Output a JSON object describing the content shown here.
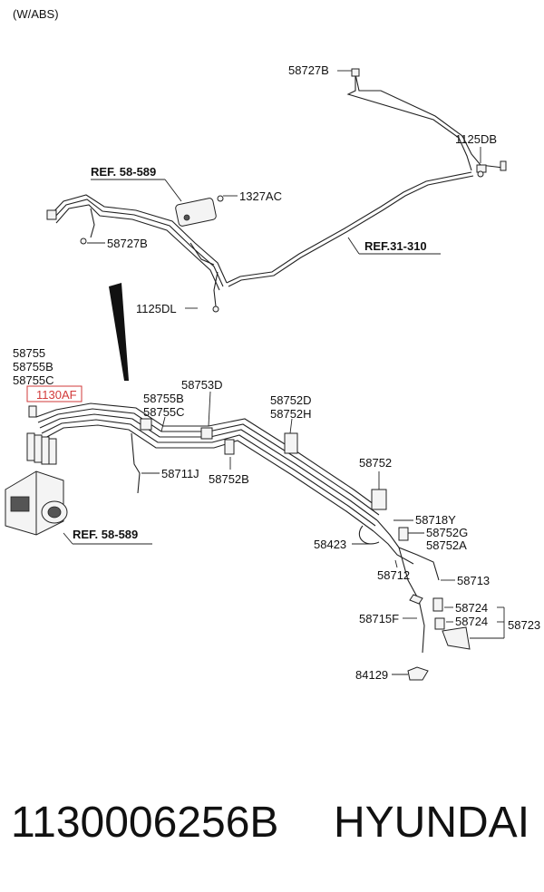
{
  "variant_label": "(W/ABS)",
  "highlight_color": "#d23a3a",
  "labels": {
    "l_58727B_top": "58727B",
    "l_1125DB": "1125DB",
    "l_ref_58589_top": "REF. 58-589",
    "l_1327AC": "1327AC",
    "l_58727B_mid": "58727B",
    "l_ref_31310": "REF.31-310",
    "l_1125DL": "1125DL",
    "l_58755": "58755",
    "l_58755B_left": "58755B",
    "l_58755C_left": "58755C",
    "l_1130AF": "1130AF",
    "l_58753D": "58753D",
    "l_58755B_mid": "58755B",
    "l_58755C_mid": "58755C",
    "l_58752D": "58752D",
    "l_58752H": "58752H",
    "l_58711J": "58711J",
    "l_58752B": "58752B",
    "l_ref_58589_bot": "REF. 58-589",
    "l_58752": "58752",
    "l_58718Y": "58718Y",
    "l_58752G": "58752G",
    "l_58752A": "58752A",
    "l_58423": "58423",
    "l_58712": "58712",
    "l_58713": "58713",
    "l_58724_a": "58724",
    "l_58724_b": "58724",
    "l_58723": "58723",
    "l_58715F": "58715F",
    "l_84129": "84129"
  },
  "footer": {
    "part_number": "1130006256B",
    "brand": "HYUNDAI"
  }
}
